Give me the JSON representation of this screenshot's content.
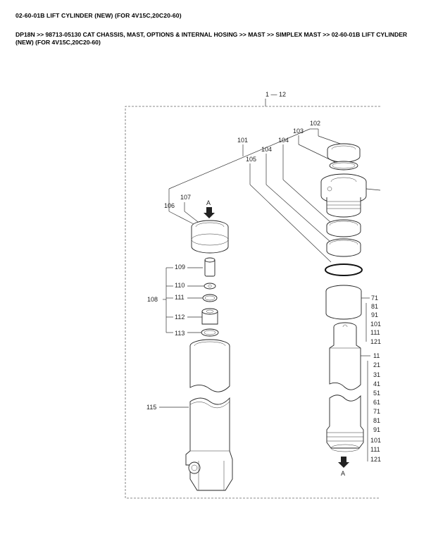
{
  "page_title": "02-60-01B LIFT CYLINDER (NEW) (FOR 4V15C,20C20-60)",
  "breadcrumb": {
    "items": [
      "DP18N",
      "98713-05130 CAT CHASSIS, MAST, OPTIONS & INTERNAL HOSING",
      "MAST",
      "SIMPLEX MAST",
      "02-60-01B LIFT CYLINDER (NEW) (FOR 4V15C,20C20-60)"
    ],
    "separator": ">>"
  },
  "diagram": {
    "group_label": "1 — 12",
    "arrow_label": "A",
    "callouts": {
      "c101": "101",
      "c102": "102",
      "c103": "103",
      "c104a": "104",
      "c104b": "104",
      "c105": "105",
      "c106": "106",
      "c107": "107",
      "c108": "108",
      "c109": "109",
      "c110": "110",
      "c111": "111",
      "c112": "112",
      "c113": "113",
      "c115": "115"
    },
    "right_edge_labels": [
      "71",
      "81",
      "91",
      "101",
      "111",
      "121",
      "11",
      "21",
      "31",
      "41",
      "51",
      "61",
      "71",
      "81",
      "91",
      "101",
      "111",
      "121"
    ]
  }
}
